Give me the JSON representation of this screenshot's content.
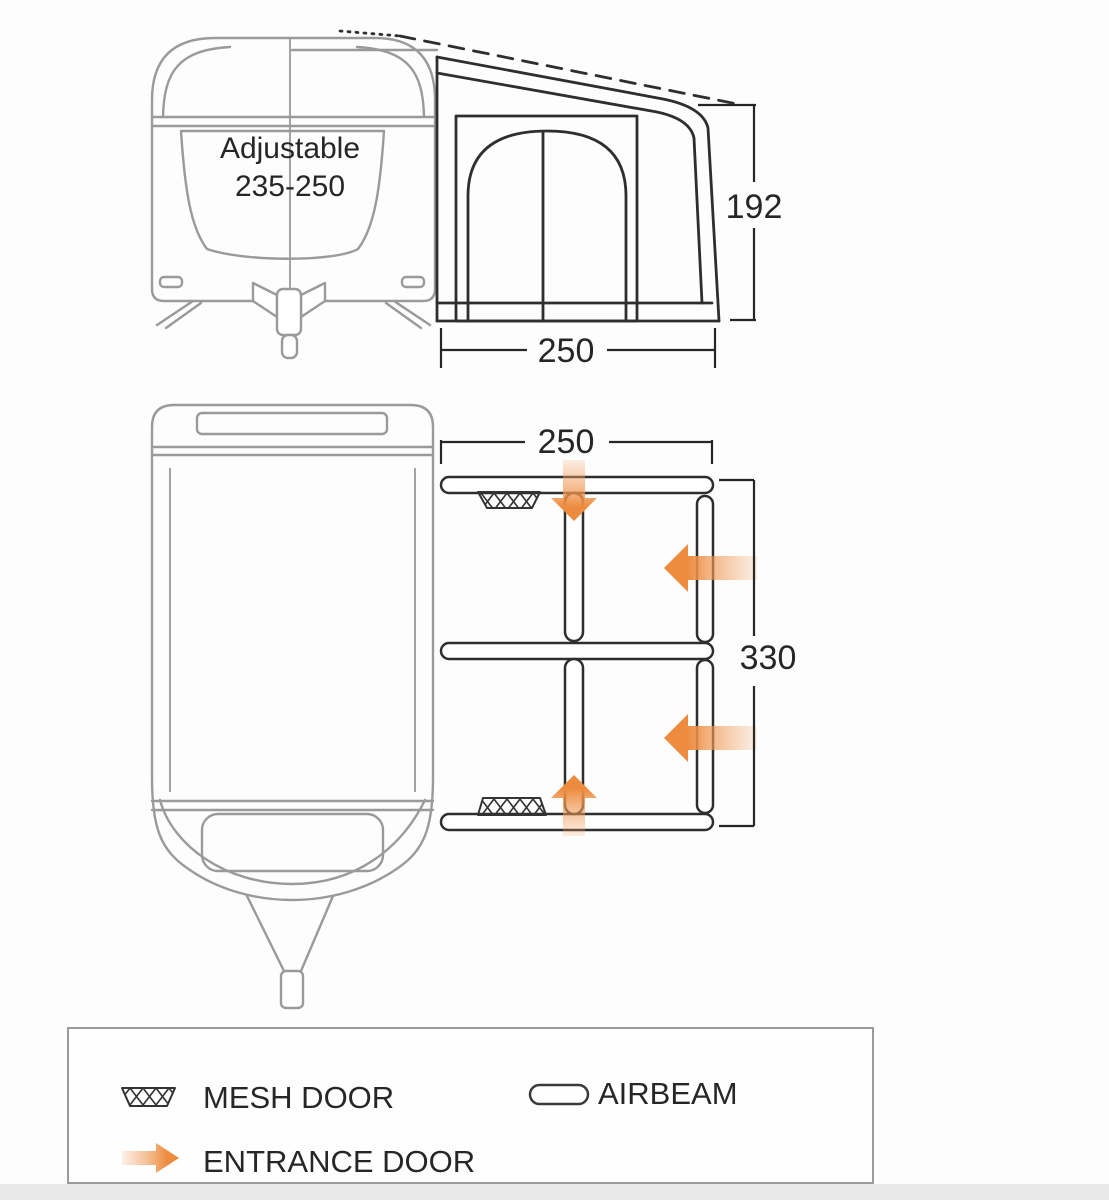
{
  "side_view": {
    "caravan_label_line1": "Adjustable",
    "caravan_label_line2": "235-250",
    "height_label": "192",
    "width_label": "250"
  },
  "plan_view": {
    "width_label": "250",
    "depth_label": "330"
  },
  "legend": {
    "mesh_door_label": "MESH DOOR",
    "airbeam_label": "AIRBEAM",
    "entrance_door_label": "ENTRANCE DOOR"
  },
  "colors": {
    "caravan_line": "#9a9a9a",
    "awning_line": "#2e2e2e",
    "text": "#262626",
    "entrance_arrow": "#ed8b3e",
    "background": "#fdfdfd",
    "footer_strip": "#e9e9e9"
  }
}
